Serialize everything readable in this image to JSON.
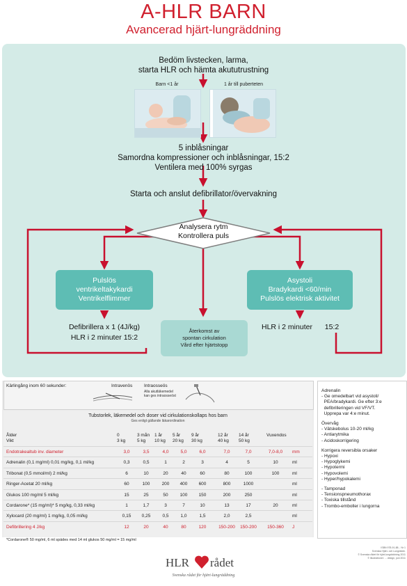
{
  "header": {
    "title": "A-HLR BARN",
    "subtitle": "Avancerad hjärt-lungräddning"
  },
  "flow": {
    "step1_line1": "Bedöm livstecken, larma,",
    "step1_line2": "starta HLR och hämta akututrustning",
    "img_label_infant": "Barn <1 år",
    "img_label_child": "1 år till puberteten",
    "step2_line1": "5 inblåsningar",
    "step2_line2": "Samordna kompressioner och inblåsningar, 15:2",
    "step2_line3": "Ventilera med 100% syrgas",
    "step3": "Starta och anslut defibrillator/övervakning",
    "diamond_line1": "Analysera rytm",
    "diamond_line2": "Kontrollera puls",
    "left_box_line1": "Pulslös",
    "left_box_line2": "ventrikeltakykardi",
    "left_box_line3": "Ventrikelflimmer",
    "right_box_line1": "Asystoli",
    "right_box_line2": "Bradykardi <60/min",
    "right_box_line3": "Pulslös elektrisk aktivitet",
    "left_action_line1": "Defibrillera x 1 (4J/kg)",
    "left_action_line2": "HLR i 2 minuter 15:2",
    "right_action_a": "HLR i 2 minuter",
    "right_action_b": "15:2",
    "rosc_line1": "Återkomst av",
    "rosc_line2": "spontan cirkulation",
    "rosc_line3": "Vård efter hjärtstopp"
  },
  "access": {
    "label": "Kärlingång inom 60 sekunder:",
    "iv": "Intravenös",
    "io": "Intraosseös",
    "io_note1": "Alla akutläkemedel",
    "io_note2": "kan ges intraosseöst"
  },
  "table": {
    "title": "Tubstorlek, läkemedel och doser vid cirkulationskollaps hos barn",
    "subtitle": "Ges enligt gällande läkarordination",
    "head_age_label": "Ålder",
    "head_weight_label": "Vikt",
    "ages": [
      "0",
      "3 mån",
      "1 år",
      "5 år",
      "9 år",
      "12 år",
      "14 år",
      "Vuxendos"
    ],
    "weights": [
      "3 kg",
      "5 kg",
      "10 kg",
      "20 kg",
      "30 kg",
      "40 kg",
      "50 kg",
      ""
    ],
    "rows": [
      {
        "label": "Endotrakealtub inv. diameter",
        "values": [
          "3,0",
          "3,5",
          "4,0",
          "5,0",
          "6,0",
          "7,0",
          "7,0",
          "7,0-8,0"
        ],
        "unit": "mm",
        "red": true
      },
      {
        "label": "Adrenalin (0,1 mg/ml) 0,01 mg/kg, 0,1 ml/kg",
        "values": [
          "0,3",
          "0,5",
          "1",
          "2",
          "3",
          "4",
          "5",
          "10"
        ],
        "unit": "ml",
        "red": false
      },
      {
        "label": "Tribonat (0,5 mmol/ml) 2 ml/kg",
        "values": [
          "6",
          "10",
          "20",
          "40",
          "60",
          "80",
          "100",
          "100"
        ],
        "unit": "ml",
        "red": false
      },
      {
        "label": "Ringer-Acetat 20 ml/kg",
        "values": [
          "60",
          "100",
          "200",
          "400",
          "600",
          "800",
          "1000",
          ""
        ],
        "unit": "ml",
        "red": false
      },
      {
        "label": "Glukos 100 mg/ml 5 ml/kg",
        "values": [
          "15",
          "25",
          "50",
          "100",
          "150",
          "200",
          "250",
          ""
        ],
        "unit": "ml",
        "red": false
      },
      {
        "label": "Cordarone* (15 mg/ml)* 5 mg/kg, 0,33 ml/kg",
        "values": [
          "1",
          "1,7",
          "3",
          "7",
          "10",
          "13",
          "17",
          "20"
        ],
        "unit": "ml",
        "red": false
      },
      {
        "label": "Xylocard (20 mg/ml) 1 mg/kg, 0,05 ml/kg",
        "values": [
          "0,15",
          "0,25",
          "0,5",
          "1,0",
          "1,5",
          "2,0",
          "2,5",
          ""
        ],
        "unit": "ml",
        "red": false
      },
      {
        "label": "Defibrillering 4 J/kg",
        "values": [
          "12",
          "20",
          "40",
          "80",
          "120",
          "150-200",
          "150-200",
          "150-360"
        ],
        "unit": "J",
        "red": true
      }
    ],
    "footnote": "*Cordarone®  50 mg/ml, 6 ml spädes med 14 ml glukos 50 mg/ml = 15 mg/ml"
  },
  "sidebar": {
    "adrenalin_title": "Adrenalin",
    "adrenalin_items": [
      "- Ge omedelbart vid asystoli/",
      "  PEA/bradykardi. Ge efter 3:e",
      "  defibrilleringen vid VF/VT.",
      "  Upprepa var 4:e minut."
    ],
    "overvag_title": "Övervåg",
    "overvag_items": [
      "- Vätskebolus 10-20 ml/kg",
      "- Antiarytmika",
      "- Acidoskorrigering"
    ],
    "reversibla_title": "Korrigera reversibla orsaker",
    "reversibla_items": [
      "- Hypoxi",
      "- Hypoglykemi",
      "- Hypotermi",
      "- Hypovolemi",
      "- Hyper/hypokalemi"
    ],
    "reversibla_items2": [
      "- Tamponad",
      "- Tensionspneumothorax",
      "- Toxiska tillstånd",
      "- Trombo-emboller i lungorna"
    ]
  },
  "footer": {
    "logo_left": "HLR",
    "logo_right": "rådet",
    "tagline": "Svenska rådet för hjärt-lungräddning",
    "fine1": "ISBN 978-91-88... Nr 1",
    "fine2": "Svenska Hjärt- och Lungräddn.",
    "fine3": "© Svenska rådet för hjärt-lungräddning 2011",
    "fine4": "© Illustrationer: ... design, juni 2011"
  },
  "colors": {
    "brand_red": "#d0202e",
    "panel": "#d4ebe7",
    "teal": "#5ebdb4",
    "teal_light": "#a9d9d3"
  }
}
